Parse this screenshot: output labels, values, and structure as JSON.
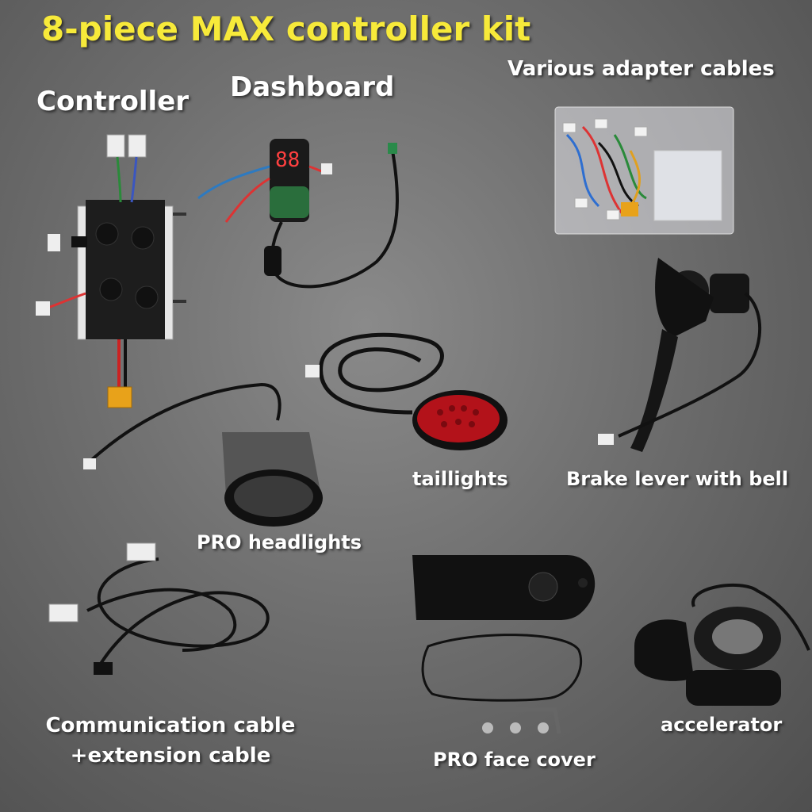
{
  "title": "8-piece MAX controller kit",
  "labels": {
    "controller": "Controller",
    "dashboard": "Dashboard",
    "adapter_cables": "Various adapter cables",
    "taillights": "taillights",
    "brake_lever": "Brake lever with bell",
    "headlights": "PRO headlights",
    "comm_cable_line1": "Communication cable",
    "comm_cable_line2": "+extension cable",
    "face_cover": "PRO face cover",
    "accelerator": "accelerator"
  },
  "dashboard_display": "88",
  "colors": {
    "title": "#f7ea3a",
    "label": "#ffffff",
    "taillight_red": "#b3121a",
    "connector_yellow": "#e8a21a",
    "pcb_green": "#2a6e3c"
  }
}
